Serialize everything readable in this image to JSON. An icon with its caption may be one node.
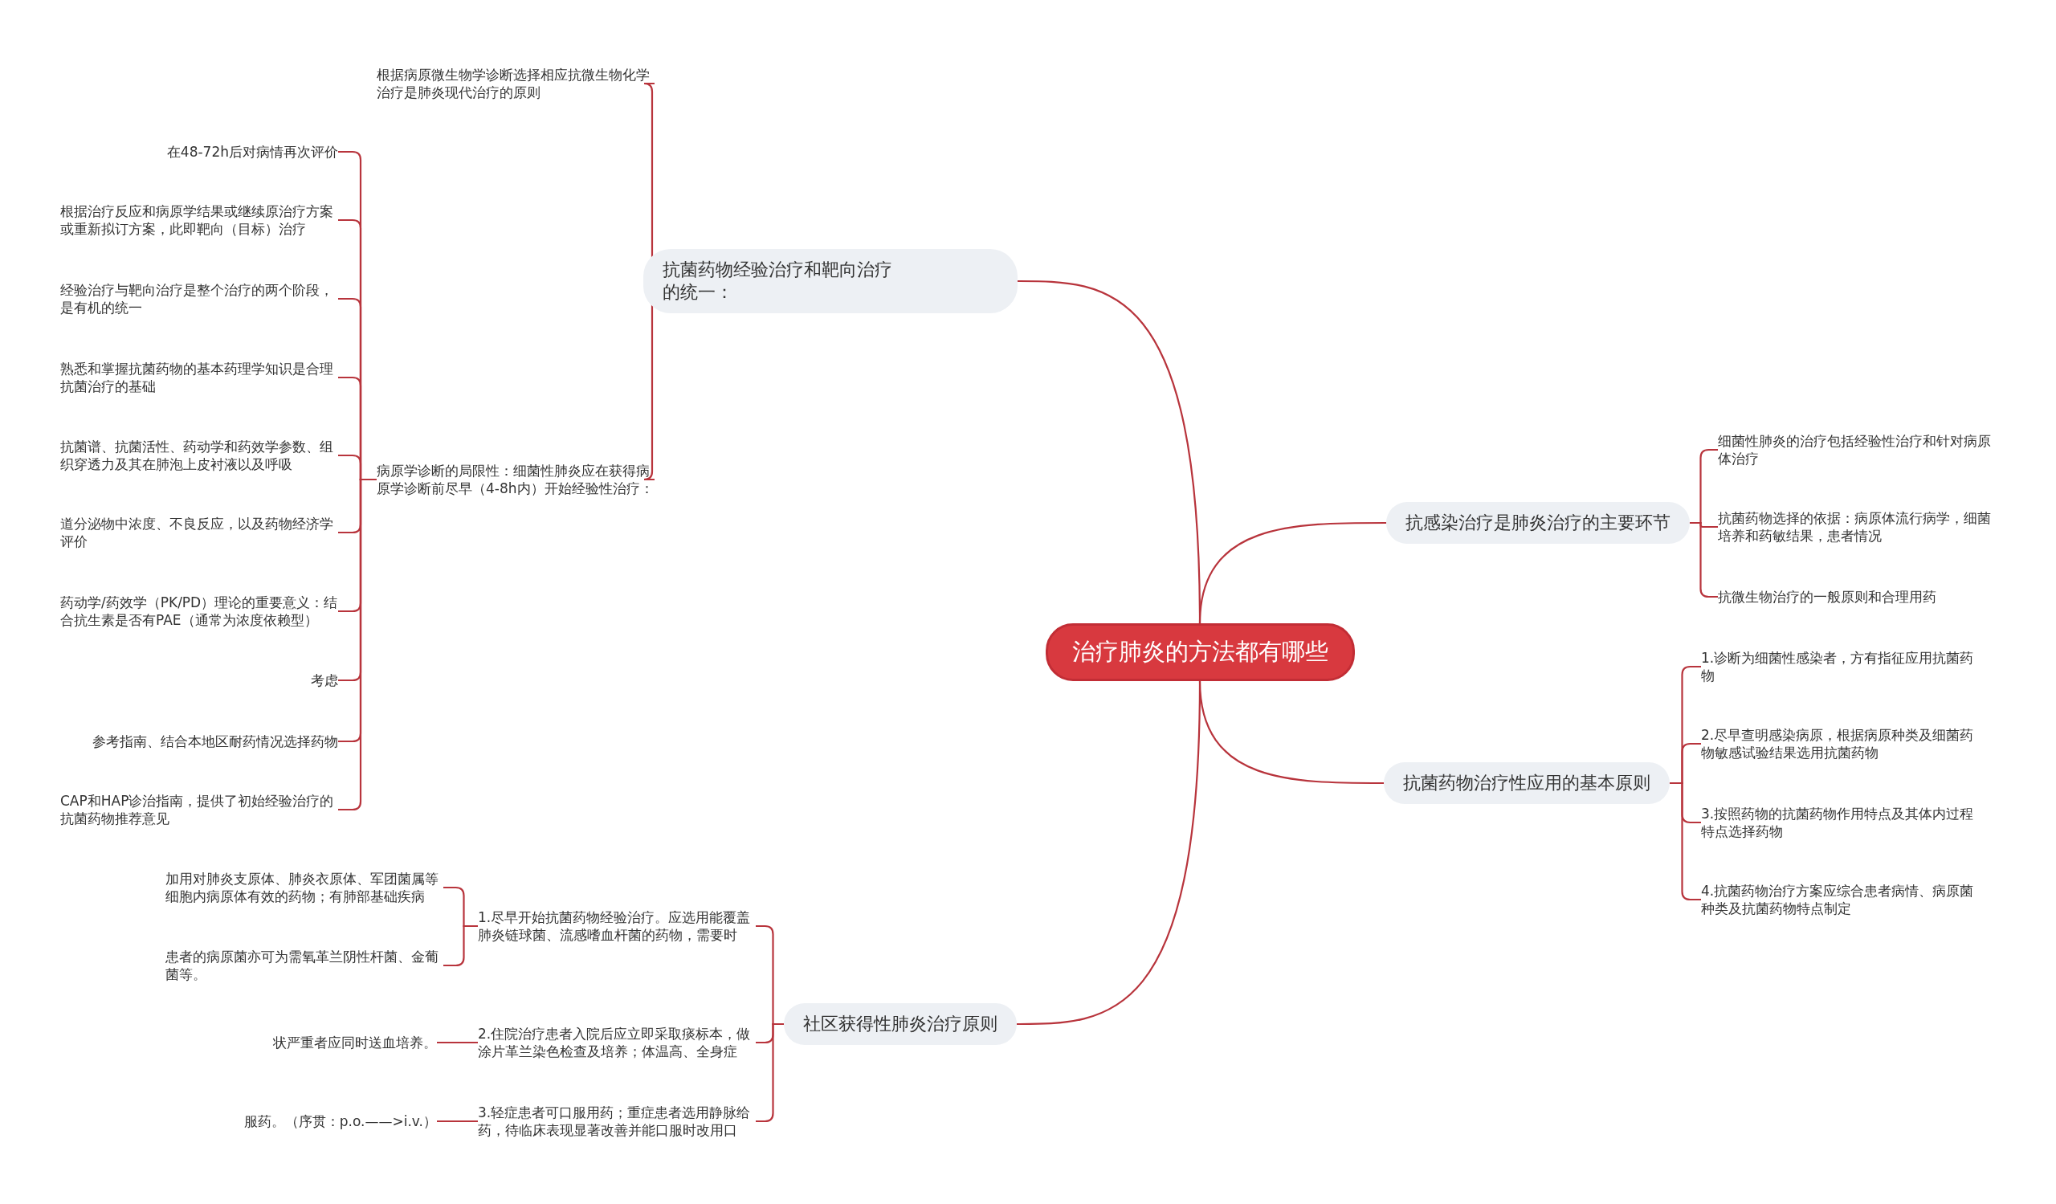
{
  "diagram": {
    "nodes": [
      {
        "text": [
          "治疗肺炎的方法都有哪些"
        ]
      },
      {
        "text": [
          "抗菌药物经验治疗和靶向治疗的统一："
        ]
      },
      {
        "text": [
          "根据病原微生物学诊断选择相应抗微生物化学治疗是肺炎现代治疗的原则"
        ]
      },
      {
        "text": [
          "病原学诊断的局限性：细菌性肺炎应在获得病原学诊断前尽早（4-8h内）开始经验性治疗："
        ]
      },
      {
        "text": [
          "在48-72h后对病情再次评价"
        ]
      },
      {
        "text": [
          "根据治疗反应和病原学结果或继续原治疗方案或重新拟订方案，此即靶向（目标）治疗"
        ]
      },
      {
        "text": [
          "经验治疗与靶向治疗是整个治疗的两个阶段，是有机的统一"
        ]
      },
      {
        "text": [
          "熟悉和掌握抗菌药物的基本药理学知识是合理抗菌治疗的基础"
        ]
      },
      {
        "text": [
          "抗菌谱、抗菌活性、药动学和药效学参数、组织穿透力及其在肺泡上皮衬液以及呼吸"
        ]
      },
      {
        "text": [
          "道分泌物中浓度、不良反应，以及药物经济学评价"
        ]
      },
      {
        "text": [
          "药动学/药效学（PK/PD）理论的重要意义：结合抗生素是否有PAE（通常为浓度依赖型）"
        ]
      },
      {
        "text": [
          "考虑"
        ]
      },
      {
        "text": [
          "参考指南、结合本地区耐药情况选择药物"
        ]
      },
      {
        "text": [
          "CAP和HAP诊治指南，提供了初始经验治疗的抗菌药物推荐意见"
        ]
      },
      {
        "text": [
          "抗感染治疗是肺炎治疗的主要环节"
        ]
      },
      {
        "text": [
          "细菌性肺炎的治疗包括经验性治疗和针对病原体治疗"
        ]
      },
      {
        "text": [
          "抗菌药物选择的依据：病原体流行病学，细菌培养和药敏结果，患者情况"
        ]
      },
      {
        "text": [
          "抗微生物治疗的一般原则和合理用药"
        ]
      },
      {
        "text": [
          "抗菌药物治疗性应用的基本原则"
        ]
      },
      {
        "text": [
          "1.诊断为细菌性感染者，方有指征应用抗菌药物"
        ]
      },
      {
        "text": [
          "2.尽早查明感染病原，根据病原种类及细菌药物敏感试验结果选用抗菌药物"
        ]
      },
      {
        "text": [
          "3.按照药物的抗菌药物作用特点及其体内过程特点选择药物"
        ]
      },
      {
        "text": [
          "4.抗菌药物治疗方案应综合患者病情、病原菌种类及抗菌药物特点制定"
        ]
      },
      {
        "text": [
          "社区获得性肺炎治疗原则"
        ]
      },
      {
        "text": [
          "1.尽早开始抗菌药物经验治疗。应选用能覆盖肺炎链球菌、流感嗜血杆菌的药物，需要时"
        ]
      },
      {
        "text": [
          "2.住院治疗患者入院后应立即采取痰标本，做涂片革兰染色检查及培养；体温高、全身症"
        ]
      },
      {
        "text": [
          "3.轻症患者可口服用药；重症患者选用静脉给药，待临床表现显著改善并能口服时改用口"
        ]
      },
      {
        "text": [
          "加用对肺炎支原体、肺炎衣原体、军团菌属等细胞内病原体有效的药物；有肺部基础疾病"
        ]
      },
      {
        "text": [
          "患者的病原菌亦可为需氧革兰阴性杆菌、金葡菌等。"
        ]
      },
      {
        "text": [
          "状严重者应同时送血培养。"
        ]
      },
      {
        "text": [
          "服药。（序贯：p.o.——>i.v.）"
        ]
      }
    ],
    "edges": [
      {
        "from": 0,
        "to": 1,
        "arrow": "none"
      },
      {
        "from": 1,
        "to": 2,
        "arrow": "none"
      },
      {
        "from": 1,
        "to": 3,
        "arrow": "none"
      },
      {
        "from": 3,
        "to": 4,
        "arrow": "none"
      },
      {
        "from": 3,
        "to": 5,
        "arrow": "none"
      },
      {
        "from": 3,
        "to": 6,
        "arrow": "none"
      },
      {
        "from": 3,
        "to": 7,
        "arrow": "none"
      },
      {
        "from": 3,
        "to": 8,
        "arrow": "none"
      },
      {
        "from": 3,
        "to": 9,
        "arrow": "none"
      },
      {
        "from": 3,
        "to": 10,
        "arrow": "none"
      },
      {
        "from": 3,
        "to": 11,
        "arrow": "none"
      },
      {
        "from": 3,
        "to": 12,
        "arrow": "none"
      },
      {
        "from": 3,
        "to": 13,
        "arrow": "none"
      },
      {
        "from": 0,
        "to": 14,
        "arrow": "none"
      },
      {
        "from": 14,
        "to": 15,
        "arrow": "none"
      },
      {
        "from": 14,
        "to": 16,
        "arrow": "none"
      },
      {
        "from": 14,
        "to": 17,
        "arrow": "none"
      },
      {
        "from": 0,
        "to": 18,
        "arrow": "none"
      },
      {
        "from": 18,
        "to": 19,
        "arrow": "none"
      },
      {
        "from": 18,
        "to": 20,
        "arrow": "none"
      },
      {
        "from": 18,
        "to": 21,
        "arrow": "none"
      },
      {
        "from": 18,
        "to": 22,
        "arrow": "none"
      },
      {
        "from": 0,
        "to": 23,
        "arrow": "none"
      },
      {
        "from": 23,
        "to": 24,
        "arrow": "none"
      },
      {
        "from": 23,
        "to": 25,
        "arrow": "none"
      },
      {
        "from": 23,
        "to": 26,
        "arrow": "none"
      },
      {
        "from": 24,
        "to": 27,
        "arrow": "none"
      },
      {
        "from": 24,
        "to": 28,
        "arrow": "none"
      },
      {
        "from": 25,
        "to": 29,
        "arrow": "none"
      },
      {
        "from": 26,
        "to": 30,
        "arrow": "none"
      }
    ]
  }
}
